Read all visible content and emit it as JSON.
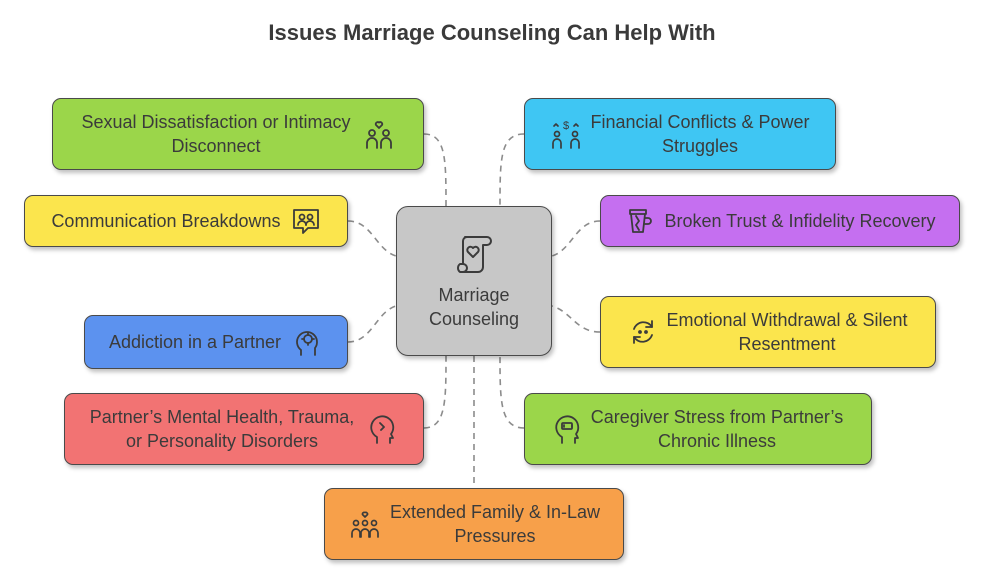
{
  "title": "Issues Marriage Counseling Can Help With",
  "center": {
    "label_line1": "Marriage",
    "label_line2": "Counseling",
    "icon": "scroll-heart-icon"
  },
  "nodes": [
    {
      "line1": "Sexual Dissatisfaction or Intimacy",
      "line2": "Disconnect",
      "icon": "couple-heart-icon",
      "color": "#9bd64a"
    },
    {
      "line1": "Communication Breakdowns",
      "line2": "",
      "icon": "people-chat-icon",
      "color": "#fbe54d"
    },
    {
      "line1": "Addiction in a Partner",
      "line2": "",
      "icon": "brain-head-icon",
      "color": "#5c92ef"
    },
    {
      "line1": "Partner’s Mental Health, Trauma,",
      "line2": "or Personality Disorders",
      "icon": "head-gear-icon",
      "color": "#f27373"
    },
    {
      "line1": "Extended Family & In-Law",
      "line2": "Pressures",
      "icon": "family-group-icon",
      "color": "#f7a04a"
    },
    {
      "line1": "Financial Conflicts & Power",
      "line2": "Struggles",
      "icon": "money-people-icon",
      "color": "#3fc6f3"
    },
    {
      "line1": "Broken Trust & Infidelity Recovery",
      "line2": "",
      "icon": "broken-cup-icon",
      "color": "#c56ff0"
    },
    {
      "line1": "Emotional Withdrawal & Silent",
      "line2": "Resentment",
      "icon": "circular-arrows-icon",
      "color": "#fbe54d"
    },
    {
      "line1": "Caregiver Stress from Partner’s",
      "line2": "Chronic Illness",
      "icon": "head-battery-icon",
      "color": "#9bd64a"
    }
  ]
}
